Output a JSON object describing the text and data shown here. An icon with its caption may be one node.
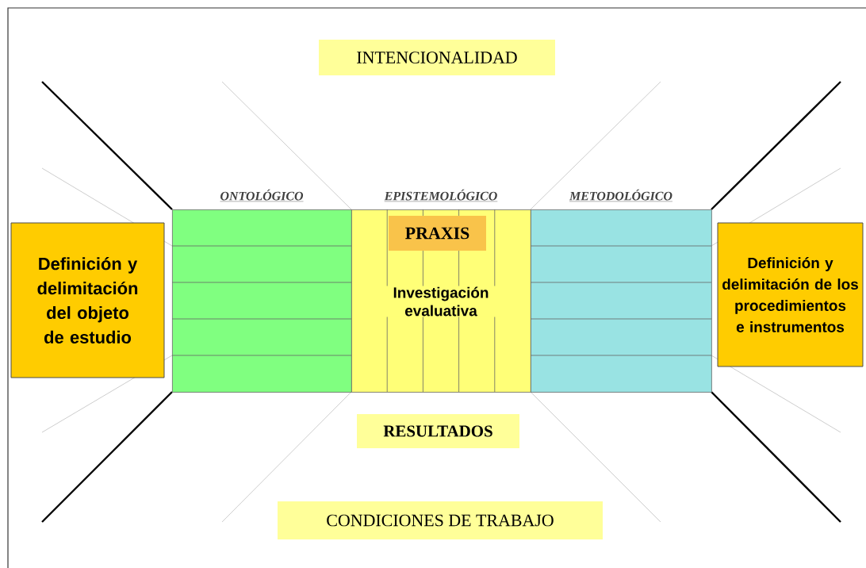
{
  "diagram": {
    "nodes": [
      {
        "text": [
          "INTENCIONALIDAD"
        ]
      },
      {
        "text": [
          "ONTOLÓGICO"
        ]
      },
      {
        "text": [
          "EPISTEMOLÓGICO",
          "Investigación evaluativa"
        ]
      },
      {
        "text": [
          "PRAXIS"
        ],
        "in": 2
      },
      {
        "text": [
          "METODOLÓGICO"
        ]
      },
      {
        "text": [
          "Definición y delimitación del objeto de estudio"
        ]
      },
      {
        "text": [
          "Definición y delimitación de los procedimientos e instrumentos"
        ]
      },
      {
        "text": [
          "RESULTADOS"
        ]
      },
      {
        "text": [
          "CONDICIONES DE TRABAJO"
        ]
      }
    ]
  }
}
